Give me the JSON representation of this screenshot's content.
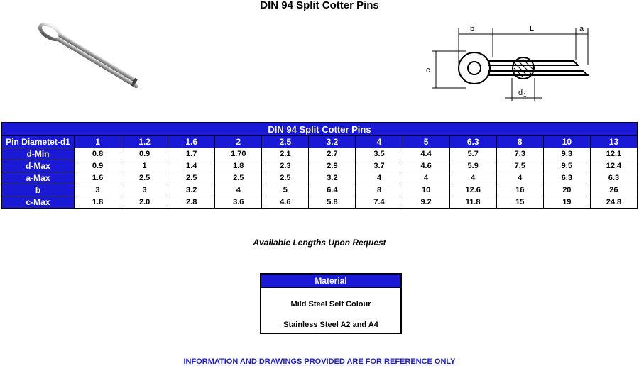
{
  "title": "DIN 94 Split Cotter Pins",
  "diagram": {
    "label_b": "b",
    "label_L": "L",
    "label_a": "a",
    "label_c": "c",
    "label_d": "d",
    "label_d_sub": "1"
  },
  "table": {
    "caption": "DIN 94 Split Cotter Pins",
    "header_label": "Pin Diametet-d1",
    "sizes": [
      "1",
      "1.2",
      "1.6",
      "2",
      "2.5",
      "3.2",
      "4",
      "5",
      "6.3",
      "8",
      "10",
      "13"
    ],
    "rows": [
      {
        "label": "d-Min",
        "values": [
          "0.8",
          "0.9",
          "1.7",
          "1.70",
          "2.1",
          "2.7",
          "3.5",
          "4.4",
          "5.7",
          "7.3",
          "9.3",
          "12.1"
        ]
      },
      {
        "label": "d-Max",
        "values": [
          "0.9",
          "1",
          "1.4",
          "1.8",
          "2.3",
          "2.9",
          "3.7",
          "4.6",
          "5.9",
          "7.5",
          "9.5",
          "12.4"
        ]
      },
      {
        "label": "a-Max",
        "values": [
          "1.6",
          "2.5",
          "2.5",
          "2.5",
          "2.5",
          "3.2",
          "4",
          "4",
          "4",
          "4",
          "6.3",
          "6.3"
        ]
      },
      {
        "label": "b",
        "values": [
          "3",
          "3",
          "3.2",
          "4",
          "5",
          "6.4",
          "8",
          "10",
          "12.6",
          "16",
          "20",
          "26"
        ]
      },
      {
        "label": "c-Max",
        "values": [
          "1.8",
          "2.0",
          "2.8",
          "3.6",
          "4.6",
          "5.8",
          "7.4",
          "9.2",
          "11.8",
          "15",
          "19",
          "24.8"
        ]
      }
    ]
  },
  "note": "Available Lengths Upon Request",
  "material": {
    "header": "Material",
    "items": [
      "Mild Steel Self Colour",
      "Stainless Steel A2 and A4"
    ]
  },
  "footer": "INFORMATION AND DRAWINGS PROVIDED ARE FOR REFERENCE ONLY",
  "colors": {
    "header_blue": "#1a1ad6"
  }
}
